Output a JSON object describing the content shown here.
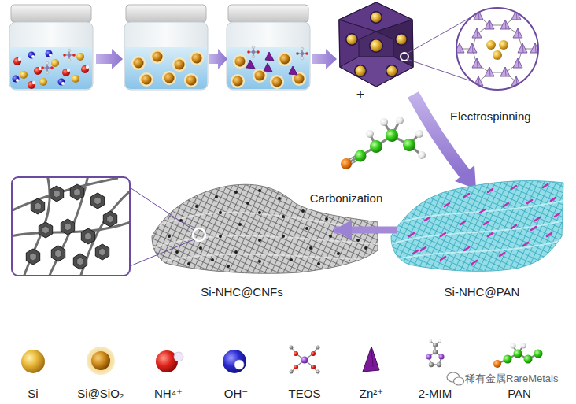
{
  "diagram": {
    "nodes": [
      {
        "text": [
          "Si-NHC@CNFs"
        ]
      },
      {
        "text": [
          "Si-NHC@PAN"
        ]
      }
    ],
    "edges": [
      {
        "from": 1,
        "to": 0,
        "label": "Carbonization",
        "arrow": "to"
      }
    ],
    "labels": [
      "+",
      "Electrospinning",
      "稀有金属RareMetals"
    ],
    "legend": [
      {
        "text": "Si"
      },
      {
        "text": "Si@SiO₂"
      },
      {
        "text": "NH⁴⁺"
      },
      {
        "text": "OH⁻"
      },
      {
        "text": "TEOS"
      },
      {
        "text": "Zn²⁺"
      },
      {
        "text": "2-MIM"
      },
      {
        "text": "PAN"
      }
    ]
  }
}
